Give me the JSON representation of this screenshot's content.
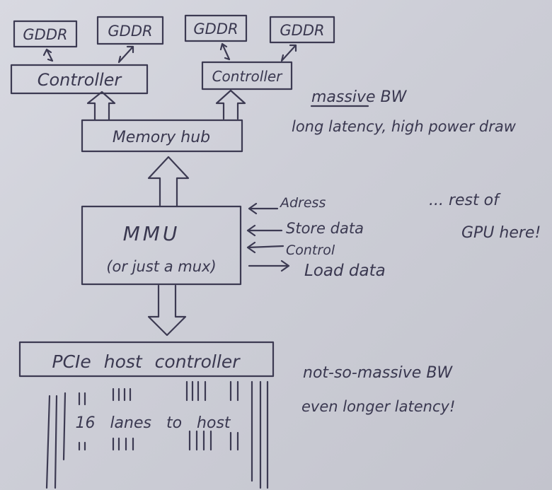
{
  "diagram": {
    "gddr_chips": [
      "GDDR",
      "GDDR",
      "GDDR",
      "GDDR"
    ],
    "controllers": [
      "Controller",
      "Controller"
    ],
    "memory_hub": "Memory hub",
    "mmu_title": "MMU",
    "mmu_subtitle": "(or just a mux)",
    "mmu_inputs": [
      "Adress",
      "Store data",
      "Control"
    ],
    "mmu_output": "Load data",
    "rest_of_gpu": [
      "... rest of",
      "GPU here!"
    ],
    "top_note": [
      "massive BW",
      "long latency, high power draw"
    ],
    "pcie": "PCIe host controller",
    "lanes_label": "16 lanes to host",
    "bottom_note": [
      "not-so-massive BW",
      "even longer latency!"
    ]
  },
  "colors": {
    "paper": "#d0d1d9",
    "ink": "#3c3a52"
  }
}
